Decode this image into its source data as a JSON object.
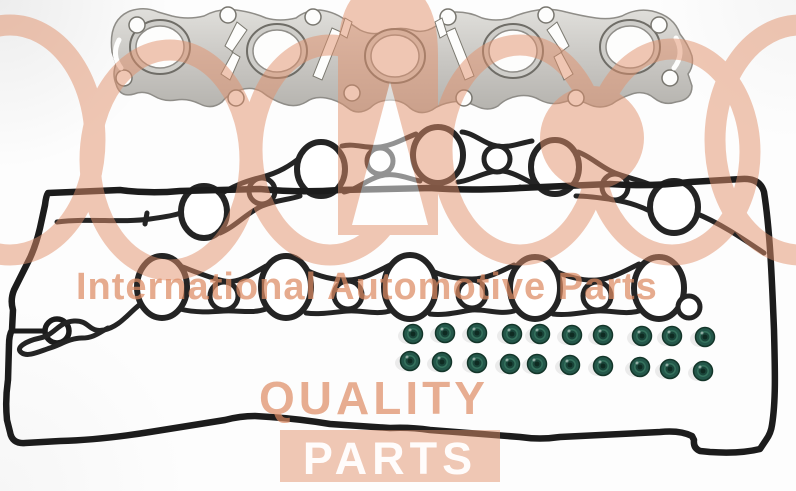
{
  "image": {
    "type": "product-photo",
    "subject": "Engine cylinder head gasket set: exhaust manifold gasket, two cam/intake housing ring gaskets, valve cover gasket and valve stem seals",
    "background_color": "#fdfdfd"
  },
  "watermark": {
    "brand_line": "International Automotive Parts",
    "quality_text": "QUALITY",
    "parts_text": "PARTS",
    "color": "#e2916c"
  },
  "parts": {
    "exhaust_manifold_gasket": {
      "ports": 5,
      "metal_color": "#c9c7c3"
    },
    "cam_housing_gasket": {
      "rings": 5,
      "rubber_color": "#242424"
    },
    "intake_manifold_gasket": {
      "ports": 5,
      "rubber_color": "#242424"
    },
    "valve_cover_gasket": {
      "rubber_color": "#1c1c1c"
    },
    "valve_stem_seals": {
      "count": 20,
      "rows": 2,
      "per_row": 10,
      "seal_color": "#24574a"
    }
  }
}
